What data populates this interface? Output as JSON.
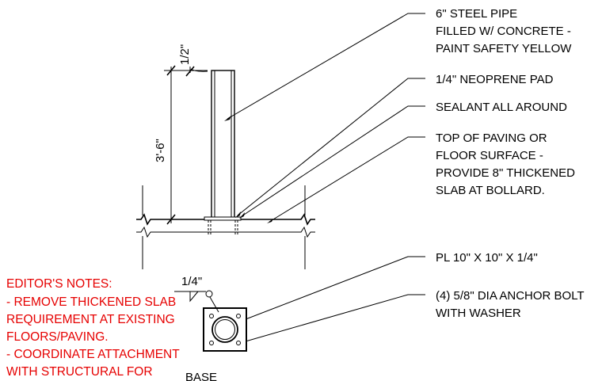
{
  "callouts": {
    "pipe": [
      "6\" STEEL PIPE",
      "FILLED W/ CONCRETE -",
      "PAINT SAFETY YELLOW"
    ],
    "pad": "1/4\" NEOPRENE PAD",
    "sealant": "SEALANT ALL AROUND",
    "paving": [
      "TOP OF PAVING OR",
      "FLOOR SURFACE -",
      "PROVIDE 8\" THICKENED",
      "SLAB AT BOLLARD."
    ],
    "plate": "PL 10\" X 10\" X 1/4\"",
    "bolt": [
      "(4) 5/8\" DIA ANCHOR BOLT",
      "WITH WASHER"
    ]
  },
  "dimensions": {
    "top": "1/2\"",
    "height": "3'-6\"",
    "weld": "1/4\""
  },
  "editor_notes": [
    "EDITOR'S NOTES:",
    "- REMOVE THICKENED SLAB",
    "REQUIREMENT AT EXISTING",
    "FLOORS/PAVING.",
    "- COORDINATE ATTACHMENT",
    "WITH STRUCTURAL FOR"
  ],
  "base_label": "BASE",
  "colors": {
    "line": "#000000",
    "note": "#e60000"
  }
}
